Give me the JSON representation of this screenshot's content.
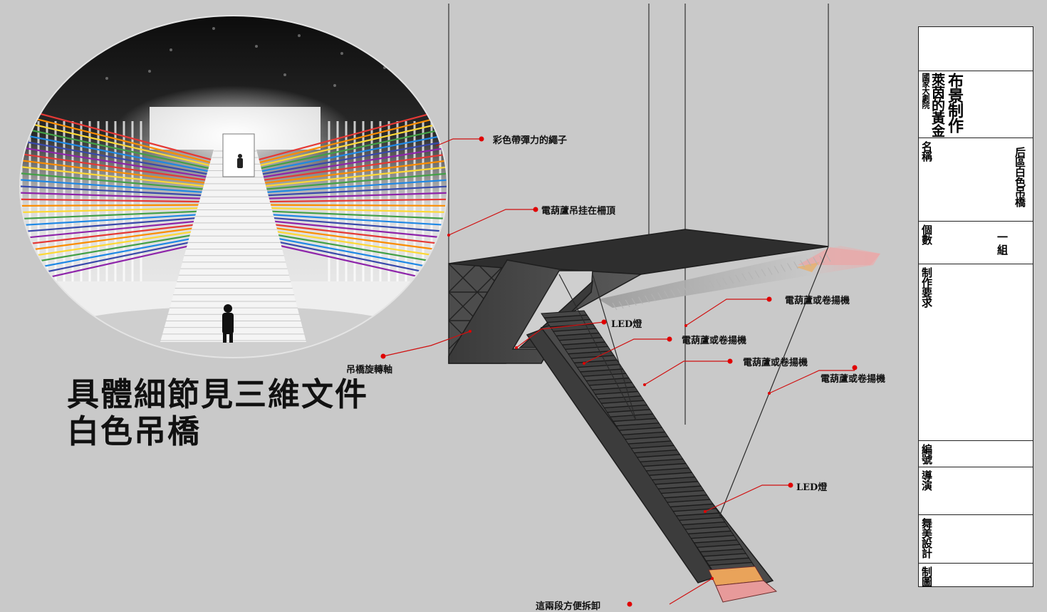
{
  "title_block": {
    "production_org": "國家大劇院",
    "production_title_line1": "布景制作",
    "production_title_line2": "萊茵的黃金",
    "name_key": "名稱",
    "name_value": "后區白色吊橋",
    "count_key": "個數",
    "count_value_1": "一",
    "count_value_2": "組",
    "requirements_key": "制作要求",
    "number_key": "編號",
    "director_key": "導演",
    "designer_key": "舞美設計",
    "drawing_key": "制圖"
  },
  "caption": {
    "line1": "具體細節見三維文件",
    "line2": "白色吊橋"
  },
  "callouts": {
    "rope": "彩色帶彈力的繩子",
    "hoist_to_grid": "電葫蘆吊挂在柵頂",
    "pivot": "吊橋旋轉軸",
    "led_top": "LED燈",
    "hoist_1": "電葫蘆或卷揚機",
    "hoist_2": "電葫蘆或卷揚機",
    "hoist_3": "電葫蘆或卷揚機",
    "hoist_4": "電葫蘆或卷揚機",
    "led_bottom": "LED燈",
    "detach": "這兩段方便拆卸"
  },
  "colors": {
    "background": "#c9c9c9",
    "structure": "#4a4a4a",
    "callout_marker": "#e00000",
    "rope_rainbow": [
      "#e53935",
      "#fb8c00",
      "#fdd835",
      "#43a047",
      "#1e88e5",
      "#3949ab",
      "#8e24aa"
    ]
  }
}
